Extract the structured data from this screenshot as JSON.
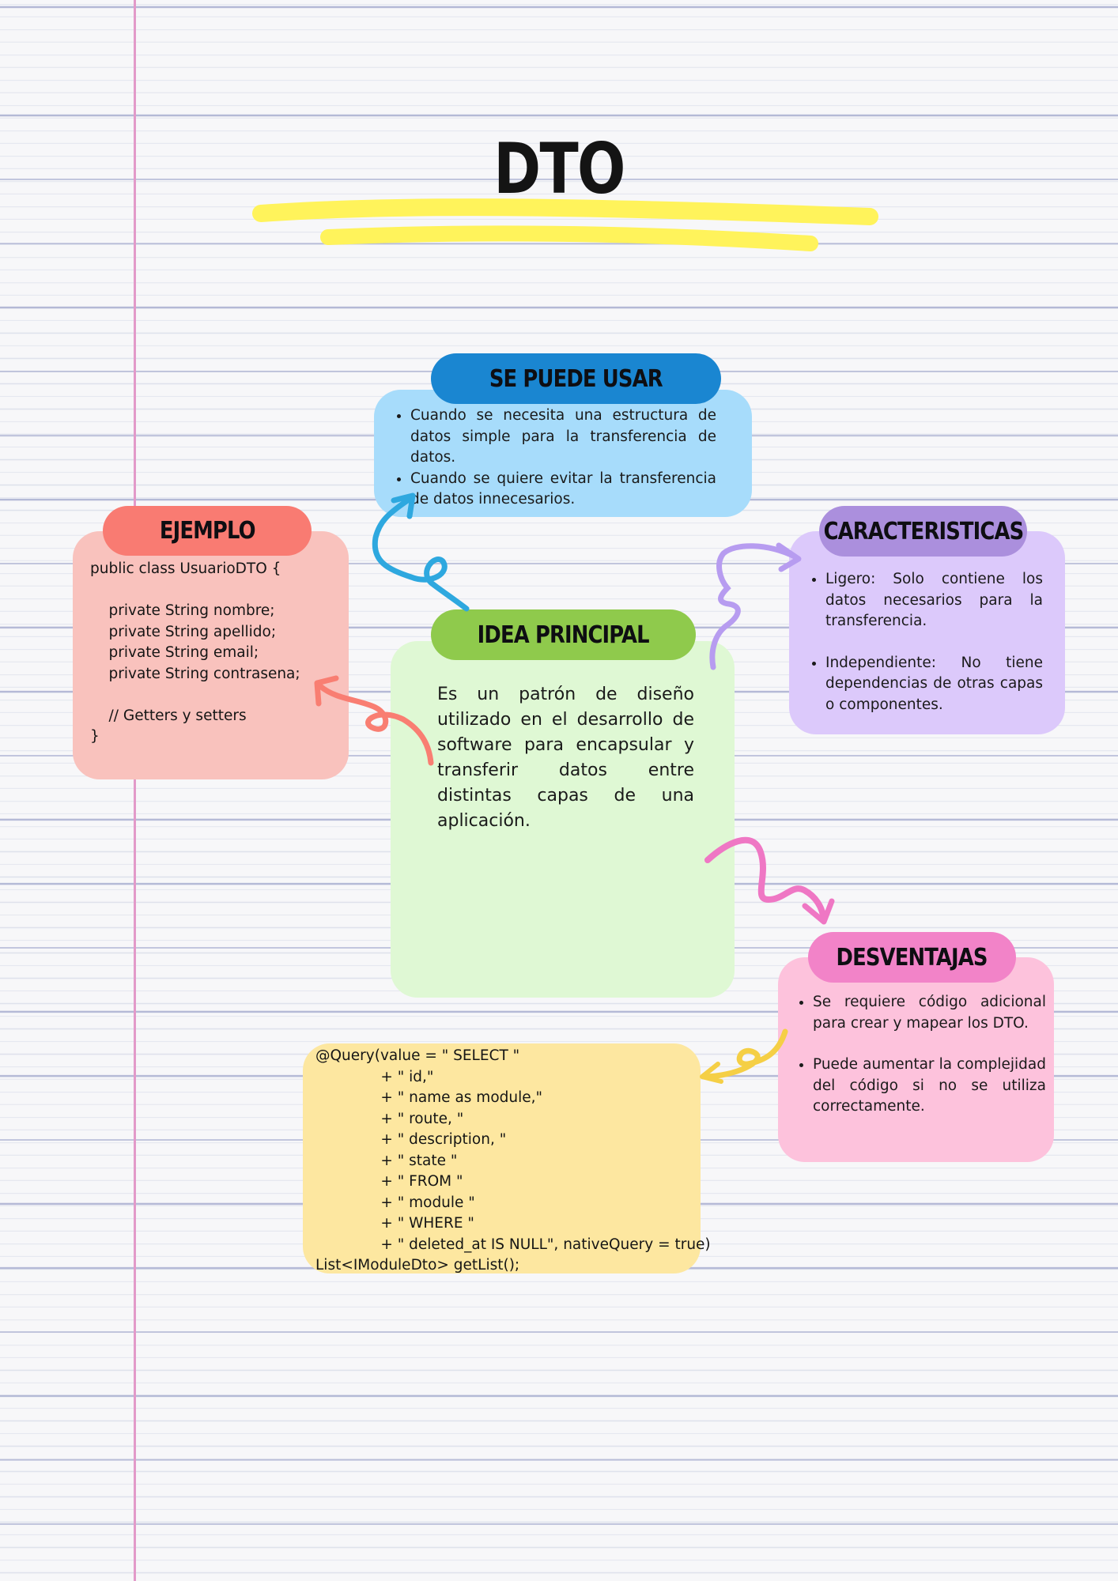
{
  "title": "DTO",
  "colors": {
    "ruled_line": "#b4b9d6",
    "margin_line": "#e29ac9",
    "highlight": "#fff35b",
    "se_puede_usar_header": "#1a86d1",
    "se_puede_usar_box": "#a7dcfb",
    "ejemplo_header": "#f97b72",
    "ejemplo_box": "#f9c2bd",
    "caracteristicas_header": "#ab8fdd",
    "caracteristicas_box": "#dcc9fb",
    "idea_principal_header": "#8fca4c",
    "idea_principal_box": "#dff8d4",
    "desventajas_header": "#f283c8",
    "desventajas_box": "#fdc2dc",
    "query_box": "#fde7a0"
  },
  "se_puede_usar": {
    "header": "SE PUEDE USAR",
    "items": [
      "Cuando se necesita una estructura de datos simple para la transferencia de datos.",
      "Cuando se quiere evitar la transferencia de datos innecesarios."
    ]
  },
  "ejemplo": {
    "header": "EJEMPLO",
    "code": "public class UsuarioDTO {\n\n    private String nombre;\n    private String apellido;\n    private String email;\n    private String contrasena;\n\n    // Getters y setters\n}"
  },
  "caracteristicas": {
    "header": "CARACTERISTICAS",
    "items": [
      "Ligero: Solo contiene los datos necesarios para la transferencia.",
      "Independiente: No tiene dependencias de otras capas o componentes."
    ]
  },
  "idea_principal": {
    "header": "IDEA PRINCIPAL",
    "text": "Es un patrón de diseño utilizado en el desarrollo de software para encapsular y transferir datos entre distintas capas de una aplicación."
  },
  "desventajas": {
    "header": "DESVENTAJAS",
    "items": [
      "Se requiere código adicional para crear y mapear los DTO.",
      "Puede aumentar la complejidad del código si no se utiliza correctamente."
    ]
  },
  "query": {
    "code": "@Query(value = \" SELECT \"\n              + \" id,\"\n              + \" name as module,\"\n              + \" route, \"\n              + \" description, \"\n              + \" state \"\n              + \" FROM \"\n              + \" module \"\n              + \" WHERE \"\n              + \" deleted_at IS NULL\", nativeQuery = true)\nList<IModuleDto> getList();"
  },
  "arrows": {
    "blue": "#2ea8df",
    "coral": "#f97e72",
    "purple": "#b79cf0",
    "pink": "#ef77c4",
    "yellow": "#f5cf45"
  }
}
